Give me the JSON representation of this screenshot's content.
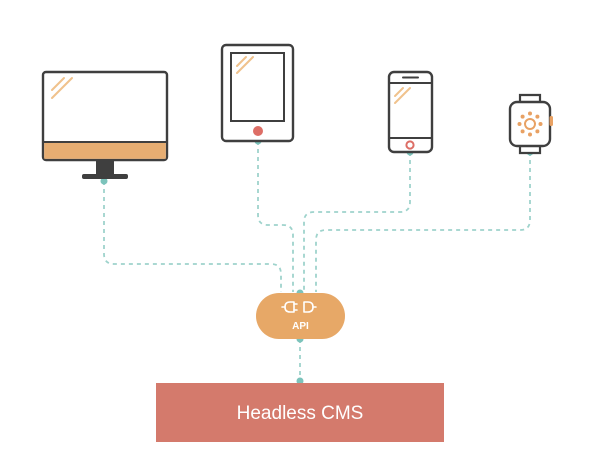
{
  "diagram": {
    "api_label": "API",
    "cms_label": "Headless CMS",
    "devices": [
      {
        "name": "desktop monitor"
      },
      {
        "name": "tablet"
      },
      {
        "name": "smartphone"
      },
      {
        "name": "smartwatch"
      }
    ],
    "colors": {
      "api_node": "#e7a867",
      "cms_box": "#d47a6c",
      "connector": "#9ed3cc",
      "connector_dot": "#7cc3bb",
      "device_outline": "#3f3f3f",
      "monitor_band": "#e6ad72",
      "tablet_button": "#dd6e66",
      "phone_button": "#dd6e66",
      "watch_accent": "#e8a163"
    },
    "icons": [
      "plug-icon"
    ]
  }
}
